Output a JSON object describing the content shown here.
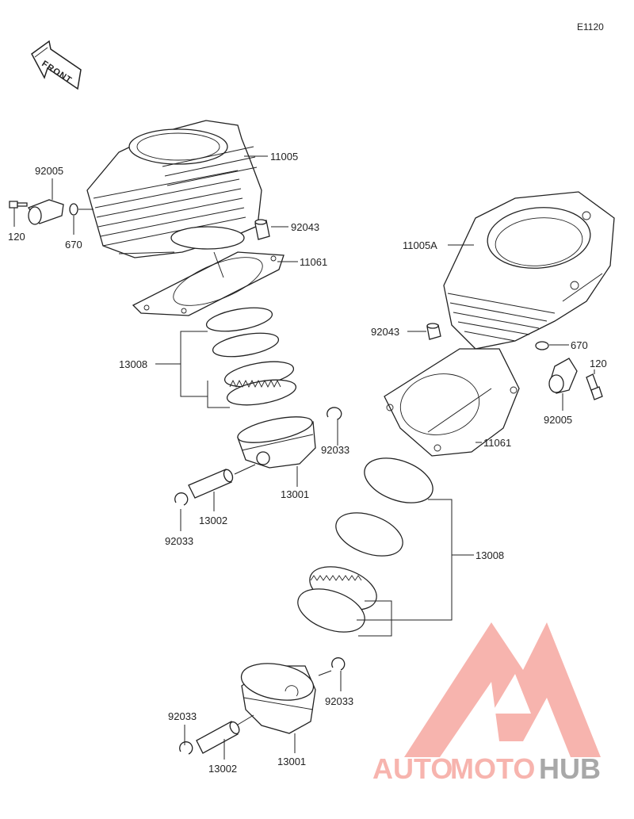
{
  "diagram_code": "E1120",
  "front_label": "FRONT",
  "parts": {
    "cylinder_front": "11005",
    "cylinder_rear": "11005A",
    "dowel_front": "92043",
    "dowel_rear": "92043",
    "gasket_front": "11061",
    "gasket_rear": "11061",
    "rings_front": "13008",
    "rings_rear": "13008",
    "piston_front": "13001",
    "piston_rear": "13001",
    "pin_front": "13002",
    "pin_rear": "13002",
    "clip_front_right": "92033",
    "clip_front_left": "92033",
    "clip_rear_right": "92033",
    "clip_rear_left": "92033",
    "fitting_front": "92005",
    "fitting_rear": "92005",
    "oring_front": "670",
    "oring_rear": "670",
    "bolt_front": "120",
    "bolt_rear": "120"
  },
  "watermark": {
    "part1": "AUTO",
    "part2": "MOTO",
    "part3": "HUB",
    "color_main": "#f6a8a0",
    "color_hub": "#9a9a9a"
  }
}
